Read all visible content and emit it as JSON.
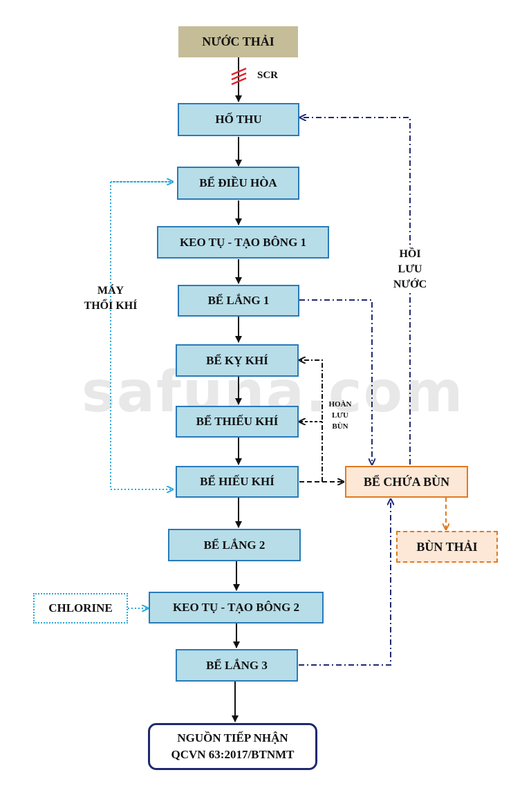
{
  "watermark": "safuna.com",
  "nodes": {
    "nuoc_thai": "NƯỚC THẢI",
    "ho_thu": "HỐ THU",
    "be_dieu_hoa": "BỂ ĐIỀU HÒA",
    "keo_tu_1": "KEO TỤ - TẠO BÔNG 1",
    "be_lang_1": "BỂ LẮNG 1",
    "be_ky_khi": "BỂ KỴ KHÍ",
    "be_thieu_khi": "BỂ THIẾU KHÍ",
    "be_hieu_khi": "BỂ HIẾU KHÍ",
    "be_lang_2": "BỂ LẮNG 2",
    "keo_tu_2": "KEO TỤ - TẠO BÔNG 2",
    "be_lang_3": "BỂ LẮNG 3",
    "be_chua_bun": "BỂ CHỨA BÙN",
    "bun_thai": "BÙN THẢI",
    "chlorine": "CHLORINE",
    "nguon_line1": "NGUỒN TIẾP NHẬN",
    "nguon_line2": "QCVN 63:2017/BTNMT"
  },
  "labels": {
    "scr": "SCR",
    "may_thoi_khi": "MÁY\nTHỔI KHÍ",
    "hoi_luu_nuoc": "HỒI\nLƯU\nNƯỚC",
    "hoan_luu_bun": "HOÀN\nLƯU\nBÙN"
  },
  "colors": {
    "process_fill": "#b6dde8",
    "process_border": "#2a7ab8",
    "sludge_border": "#e07a20",
    "sludge_fill": "#fde7d6",
    "header_fill": "#c5bd98",
    "air_line": "#2aa7d8",
    "recycle_line": "#1e2a6e",
    "screen": "#e0242a"
  }
}
